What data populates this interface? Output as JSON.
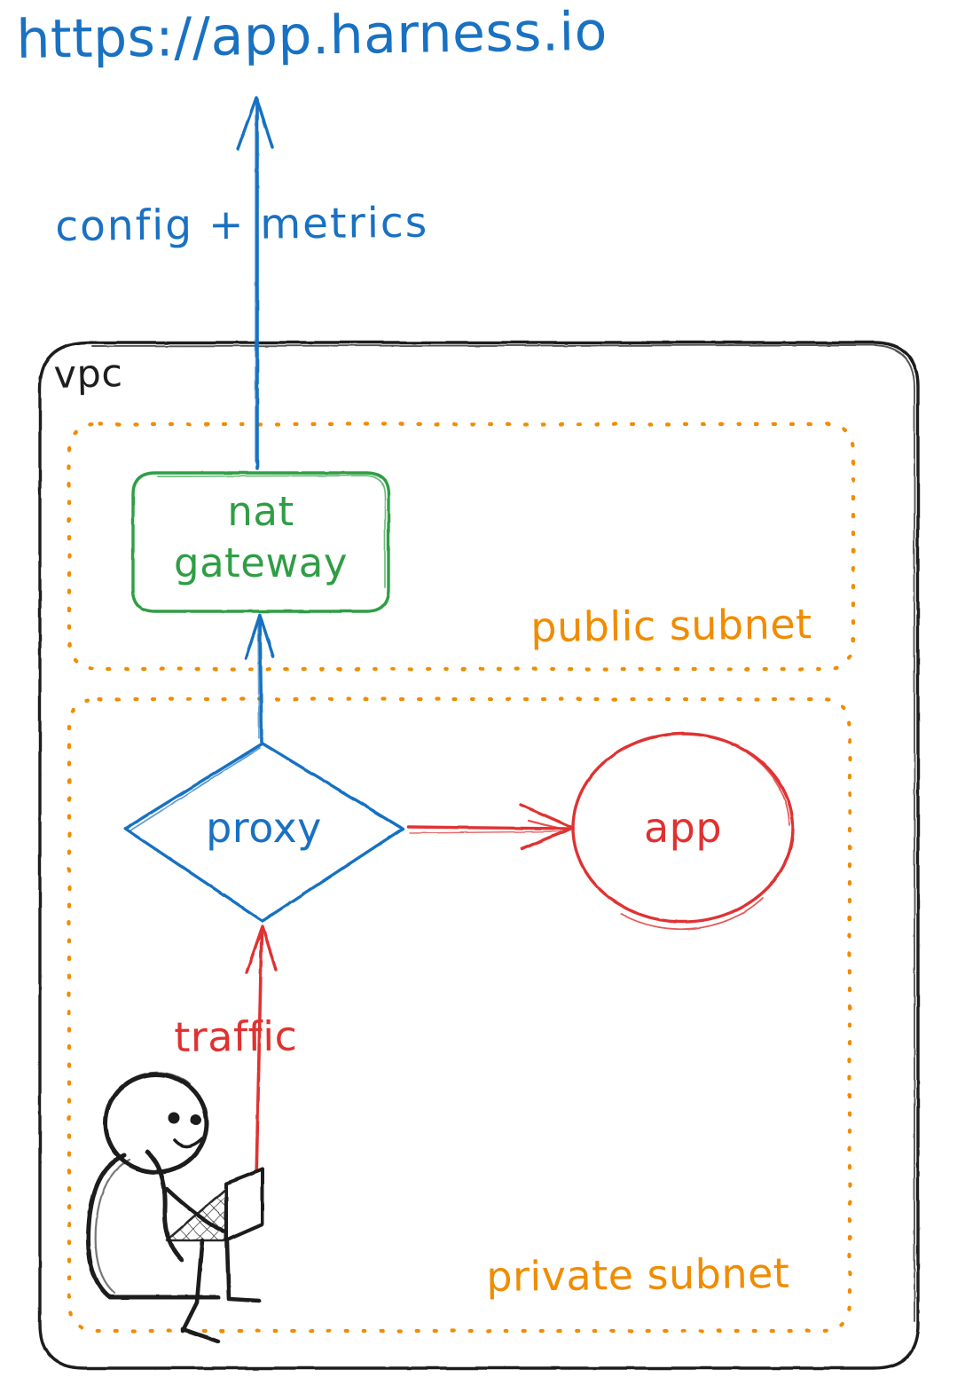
{
  "diagram": {
    "title": "https://app.harness.io",
    "style": "hand-drawn architecture sketch",
    "background_color": "#ffffff"
  },
  "colors": {
    "blue": "#1971c2",
    "green": "#2f9e44",
    "red": "#e03131",
    "orange": "#f08c00",
    "black": "#1e1e1e"
  },
  "labels": {
    "endpoint_url": "https://app.harness.io",
    "uplink_label": "config + metrics",
    "vpc": "vpc",
    "public_subnet": "public subnet",
    "private_subnet": "private subnet",
    "traffic": "traffic"
  },
  "nodes": [
    {
      "id": "nat-gateway",
      "label_line1": "nat",
      "label_line2": "gateway",
      "shape": "rounded-rectangle",
      "color": "#2f9e44",
      "container": "public subnet"
    },
    {
      "id": "proxy",
      "label": "proxy",
      "shape": "diamond",
      "color": "#1971c2",
      "container": "private subnet"
    },
    {
      "id": "app",
      "label": "app",
      "shape": "ellipse",
      "color": "#e03131",
      "container": "private subnet"
    },
    {
      "id": "user",
      "label": "",
      "shape": "stick-figure-with-laptop",
      "color": "#1e1e1e",
      "container": "private subnet"
    }
  ],
  "containers": [
    {
      "id": "vpc",
      "label": "vpc",
      "shape": "rounded-rectangle",
      "stroke": "solid",
      "color": "#1e1e1e"
    },
    {
      "id": "public-subnet",
      "label": "public subnet",
      "shape": "rounded-rectangle",
      "stroke": "dotted",
      "color": "#f08c00"
    },
    {
      "id": "private-subnet",
      "label": "private subnet",
      "shape": "rounded-rectangle",
      "stroke": "dotted",
      "color": "#f08c00"
    }
  ],
  "edges": [
    {
      "id": "nat-to-internet",
      "from": "nat-gateway",
      "to": "https://app.harness.io",
      "label": "config + metrics",
      "color": "#1971c2",
      "direction": "up"
    },
    {
      "id": "proxy-to-nat",
      "from": "proxy",
      "to": "nat-gateway",
      "label": "",
      "color": "#1971c2",
      "direction": "up"
    },
    {
      "id": "proxy-to-app",
      "from": "proxy",
      "to": "app",
      "label": "",
      "color": "#e03131",
      "direction": "right"
    },
    {
      "id": "user-to-proxy",
      "from": "user",
      "to": "proxy",
      "label": "traffic",
      "color": "#e03131",
      "direction": "up"
    }
  ]
}
